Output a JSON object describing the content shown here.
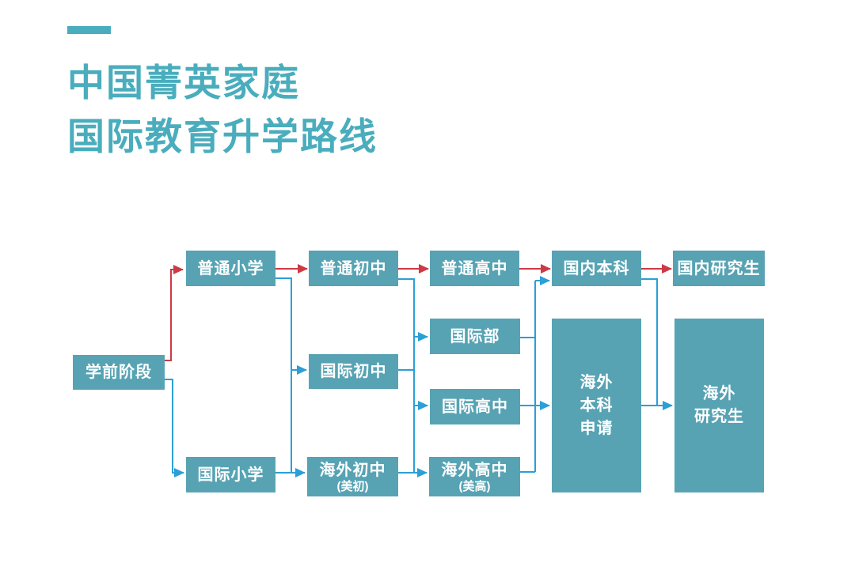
{
  "title": {
    "line1": "中国菁英家庭",
    "line2": "国际教育升学路线"
  },
  "colors": {
    "title": "#4aadbd",
    "box": "#57a3b3",
    "box-text": "#ffffff",
    "red": "#cc3a46",
    "blue": "#2b9fd6",
    "bg": "#ffffff"
  },
  "nodes": {
    "preschool": {
      "label": "学前阶段"
    },
    "regular_primary": {
      "label": "普通小学"
    },
    "regular_middle": {
      "label": "普通初中"
    },
    "regular_high": {
      "label": "普通高中"
    },
    "domestic_undergrad": {
      "label": "国内本科"
    },
    "domestic_postgrad": {
      "label": "国内研究生"
    },
    "intl_dept": {
      "label": "国际部"
    },
    "intl_middle": {
      "label": "国际初中"
    },
    "intl_high": {
      "label": "国际高中"
    },
    "intl_primary": {
      "label": "国际小学"
    },
    "overseas_middle": {
      "label": "海外初中",
      "sublabel": "(美初)"
    },
    "overseas_high": {
      "label": "海外高中",
      "sublabel": "(美高)"
    },
    "overseas_undergrad": {
      "lines": [
        "海外",
        "本科",
        "申请"
      ]
    },
    "overseas_postgrad": {
      "lines": [
        "海外",
        "研究生"
      ]
    }
  },
  "edges": [
    {
      "from": "学前阶段",
      "to": "普通小学",
      "color": "red"
    },
    {
      "from": "普通小学",
      "to": "普通初中",
      "color": "red"
    },
    {
      "from": "普通初中",
      "to": "普通高中",
      "color": "red"
    },
    {
      "from": "普通高中",
      "to": "国内本科",
      "color": "red"
    },
    {
      "from": "国内本科",
      "to": "国内研究生",
      "color": "red"
    },
    {
      "from": "学前阶段",
      "to": "国际小学",
      "color": "blue"
    },
    {
      "from": "普通小学",
      "to": "国际初中",
      "color": "blue"
    },
    {
      "from": "普通小学",
      "to": "海外初中(美初)",
      "color": "blue"
    },
    {
      "from": "国际小学",
      "to": "海外初中(美初)",
      "color": "blue"
    },
    {
      "from": "普通初中",
      "to": "国际部",
      "color": "blue"
    },
    {
      "from": "普通初中",
      "to": "国际高中",
      "color": "blue"
    },
    {
      "from": "国际初中",
      "to": "国际高中",
      "color": "blue"
    },
    {
      "from": "海外初中(美初)",
      "to": "海外高中(美高)",
      "color": "blue"
    },
    {
      "from": "国际部",
      "to": "国内本科",
      "color": "blue"
    },
    {
      "from": "国际部",
      "to": "海外本科申请",
      "color": "blue"
    },
    {
      "from": "国际高中",
      "to": "海外本科申请",
      "color": "blue"
    },
    {
      "from": "海外高中(美高)",
      "to": "海外本科申请",
      "color": "blue"
    },
    {
      "from": "国内本科",
      "to": "海外研究生",
      "color": "blue"
    },
    {
      "from": "海外本科申请",
      "to": "海外研究生",
      "color": "blue"
    }
  ]
}
